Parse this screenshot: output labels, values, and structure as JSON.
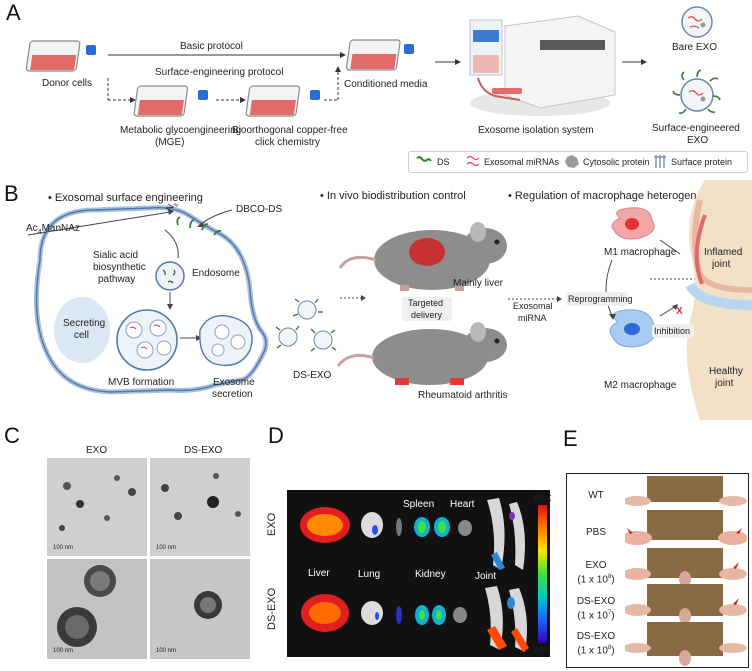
{
  "panels": {
    "a": "A",
    "b": "B",
    "c": "C",
    "d": "D",
    "e": "E"
  },
  "panel_a": {
    "basic_protocol": "Basic protocol",
    "surface_protocol": "Surface-engineering protocol",
    "donor_cells": "Donor cells",
    "conditioned_media": "Conditioned media",
    "mge_line1": "Metabolic glycoengineering",
    "mge_line2": "(MGE)",
    "click_line1": "Bioorthogonal copper-free",
    "click_line2": "click chemistry",
    "isolation": "Exosome isolation system",
    "bare_exo": "Bare EXO",
    "surface_exo_line1": "Surface-engineered",
    "surface_exo_line2": "EXO",
    "legend": {
      "ds": "DS",
      "mirna": "Exosomal miRNAs",
      "cyto": "Cytosolic protein",
      "surface": "Surface protein"
    }
  },
  "panel_b": {
    "heading1": "• Exosomal surface engineering",
    "heading2": "• In vivo biodistribution control",
    "heading3": "• Regulation of macrophage heterogeneity",
    "ac4": "Ac",
    "ac4_sub": "4",
    "manna": "ManNAz",
    "n3": "N",
    "n3_sub": "3",
    "dbco": "DBCO-DS",
    "sialic1": "Sialic acid",
    "sialic2": "biosynthetic",
    "sialic3": "pathway",
    "endosome": "Endosome",
    "secreting1": "Secreting",
    "secreting2": "cell",
    "mvb": "MVB formation",
    "secretion1": "Exosome",
    "secretion2": "secretion",
    "dsexo": "DS-EXO",
    "liver": "Mainly liver",
    "targeted1": "Targeted",
    "targeted2": "delivery",
    "ra": "Rheumatoid arthritis",
    "exo_mirna1": "Exosomal",
    "exo_mirna2": "miRNA",
    "reprogramming": "Reprogramming",
    "inhibition": "Inhibition",
    "x_mark": "X",
    "m1": "M1 macrophage",
    "m2": "M2 macrophage",
    "inflamed1": "Inflamed",
    "inflamed2": "joint",
    "healthy1": "Healthy",
    "healthy2": "joint"
  },
  "panel_c": {
    "col1": "EXO",
    "col2": "DS-EXO",
    "scale": "100 nm"
  },
  "panel_d": {
    "max": "MAX",
    "min": "MIN",
    "row1": "EXO",
    "row2": "DS-EXO",
    "spleen": "Spleen",
    "heart": "Heart",
    "liver": "Liver",
    "lung": "Lung",
    "kidney": "Kidney",
    "joint": "Joint"
  },
  "panel_e": {
    "rows": [
      {
        "l1": "WT",
        "l2": ""
      },
      {
        "l1": "PBS",
        "l2": ""
      },
      {
        "l1": "EXO",
        "l2": "(1 x 10",
        "sup": "8",
        "close": ")"
      },
      {
        "l1": "DS-EXO",
        "l2": "(1 x 10",
        "sup": "7",
        "close": ")"
      },
      {
        "l1": "DS-EXO",
        "l2": "(1 x 10",
        "sup": "8",
        "close": ")"
      }
    ]
  }
}
